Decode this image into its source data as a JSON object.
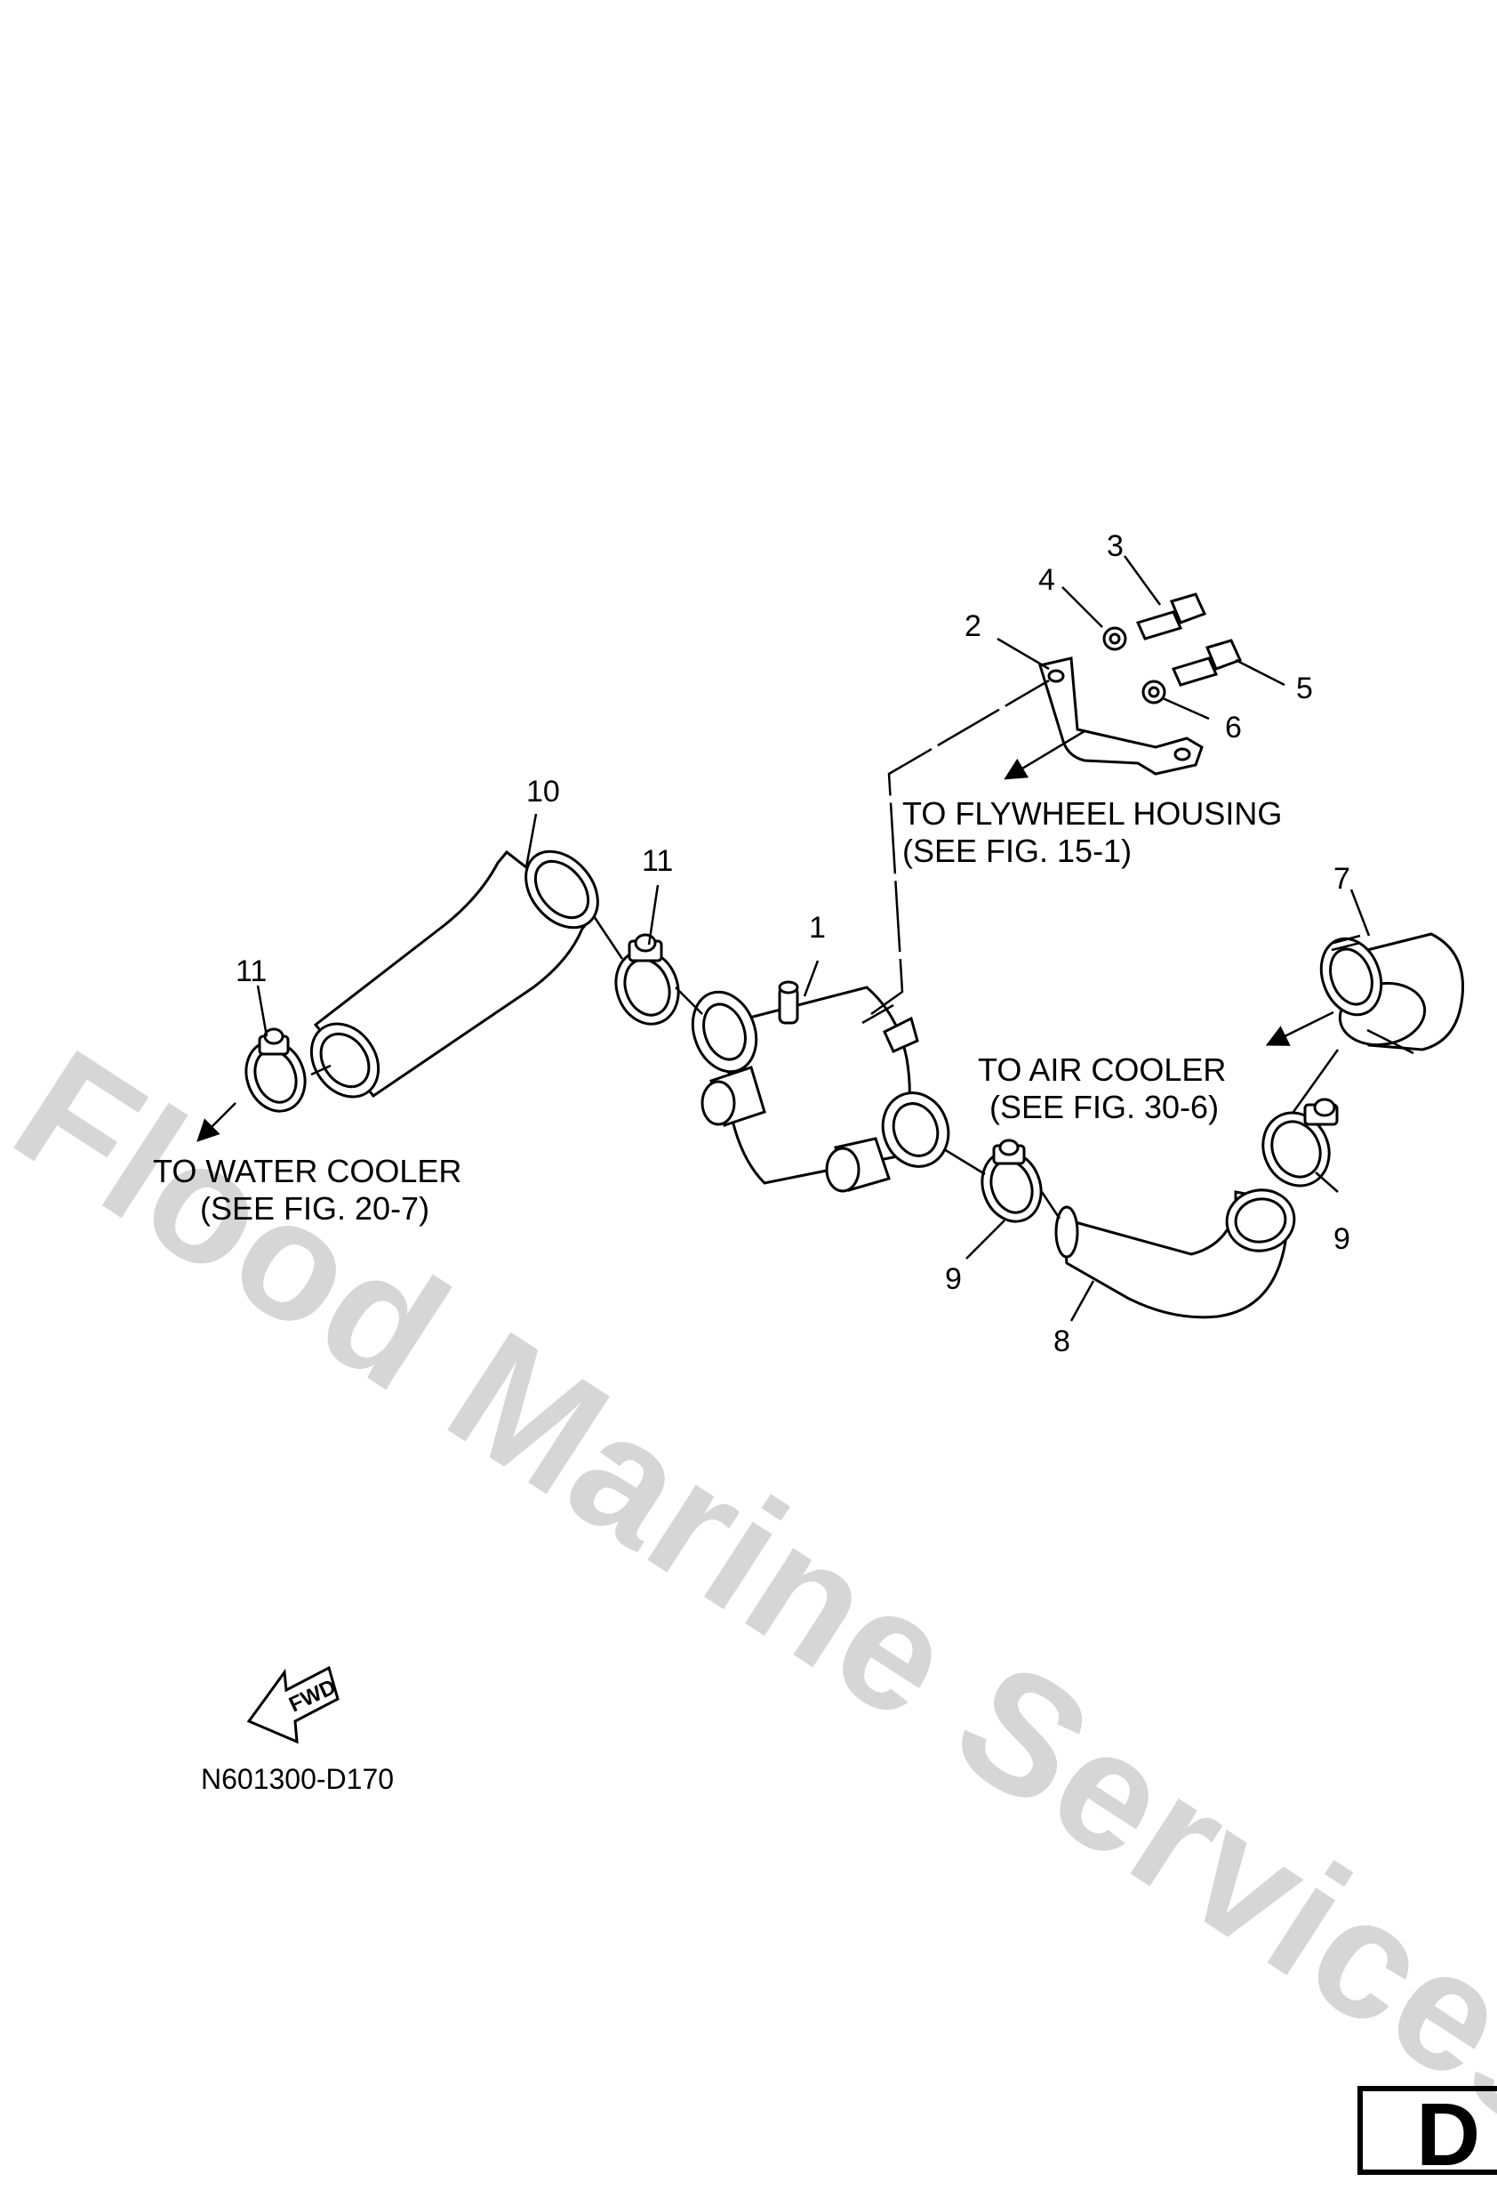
{
  "watermark": "Flood Marine Services",
  "callouts": {
    "n1": "1",
    "n2": "2",
    "n3": "3",
    "n4": "4",
    "n5": "5",
    "n6": "6",
    "n7": "7",
    "n8": "8",
    "n9a": "9",
    "n9b": "9",
    "n10": "10",
    "n11a": "11",
    "n11b": "11"
  },
  "notes": {
    "flywheel_line1": "TO FLYWHEEL HOUSING",
    "flywheel_line2": "(SEE FIG. 15-1)",
    "air_line1": "TO AIR COOLER",
    "air_line2": "(SEE FIG. 30-6)",
    "water_line1": "TO WATER COOLER",
    "water_line2": "(SEE FIG. 20-7)"
  },
  "fwd_label": "FWD",
  "figure_code": "N601300-D170",
  "section_letter": "D"
}
